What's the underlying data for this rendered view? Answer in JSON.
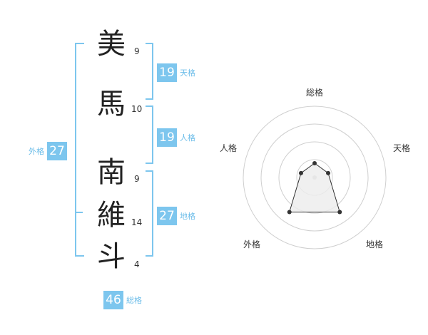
{
  "name_chars": [
    {
      "char": "美",
      "strokes": "9"
    },
    {
      "char": "馬",
      "strokes": "10"
    },
    {
      "char": "南",
      "strokes": "9"
    },
    {
      "char": "維",
      "strokes": "14"
    },
    {
      "char": "斗",
      "strokes": "4"
    }
  ],
  "kaku": {
    "tenkaku": {
      "value": "19",
      "label": "天格"
    },
    "jinkaku": {
      "value": "19",
      "label": "人格"
    },
    "chikaku": {
      "value": "27",
      "label": "地格"
    },
    "gaikaku": {
      "value": "27",
      "label": "外格"
    },
    "soukaku": {
      "value": "46",
      "label": "総格"
    }
  },
  "radar": {
    "axes": [
      "総格",
      "天格",
      "地格",
      "外格",
      "人格"
    ],
    "levels": 4,
    "values": [
      0.2,
      0.2,
      0.6,
      0.6,
      0.2
    ],
    "colors": {
      "ring": "#cfcfcf",
      "fill": "#ececec",
      "line": "#333333",
      "point": "#333333"
    }
  },
  "colors": {
    "accent": "#7dc6ee",
    "bracket": "#7dc6ee"
  }
}
